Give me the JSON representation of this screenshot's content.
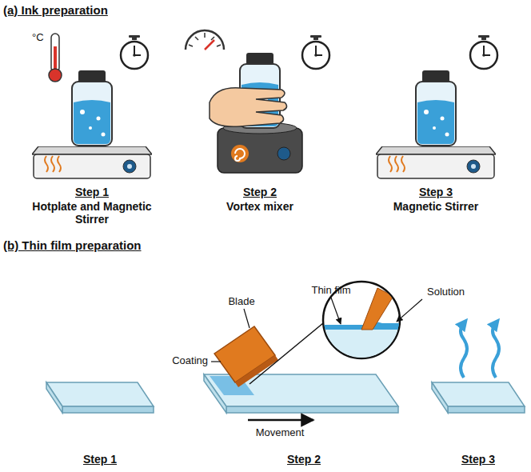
{
  "diagram": {
    "labels": [
      "(a) Ink preparation",
      "°C",
      "Step 1",
      "Hotplate and Magnetic Stirrer",
      "Step 2",
      "Vortex mixer",
      "Step 3",
      "Magnetic Stirrer",
      "(b) Thin film preparation",
      "Thin film",
      "Solution",
      "Blade",
      "Coating",
      "Movement",
      "Step 1",
      "Step 2",
      "Step 3"
    ]
  }
}
